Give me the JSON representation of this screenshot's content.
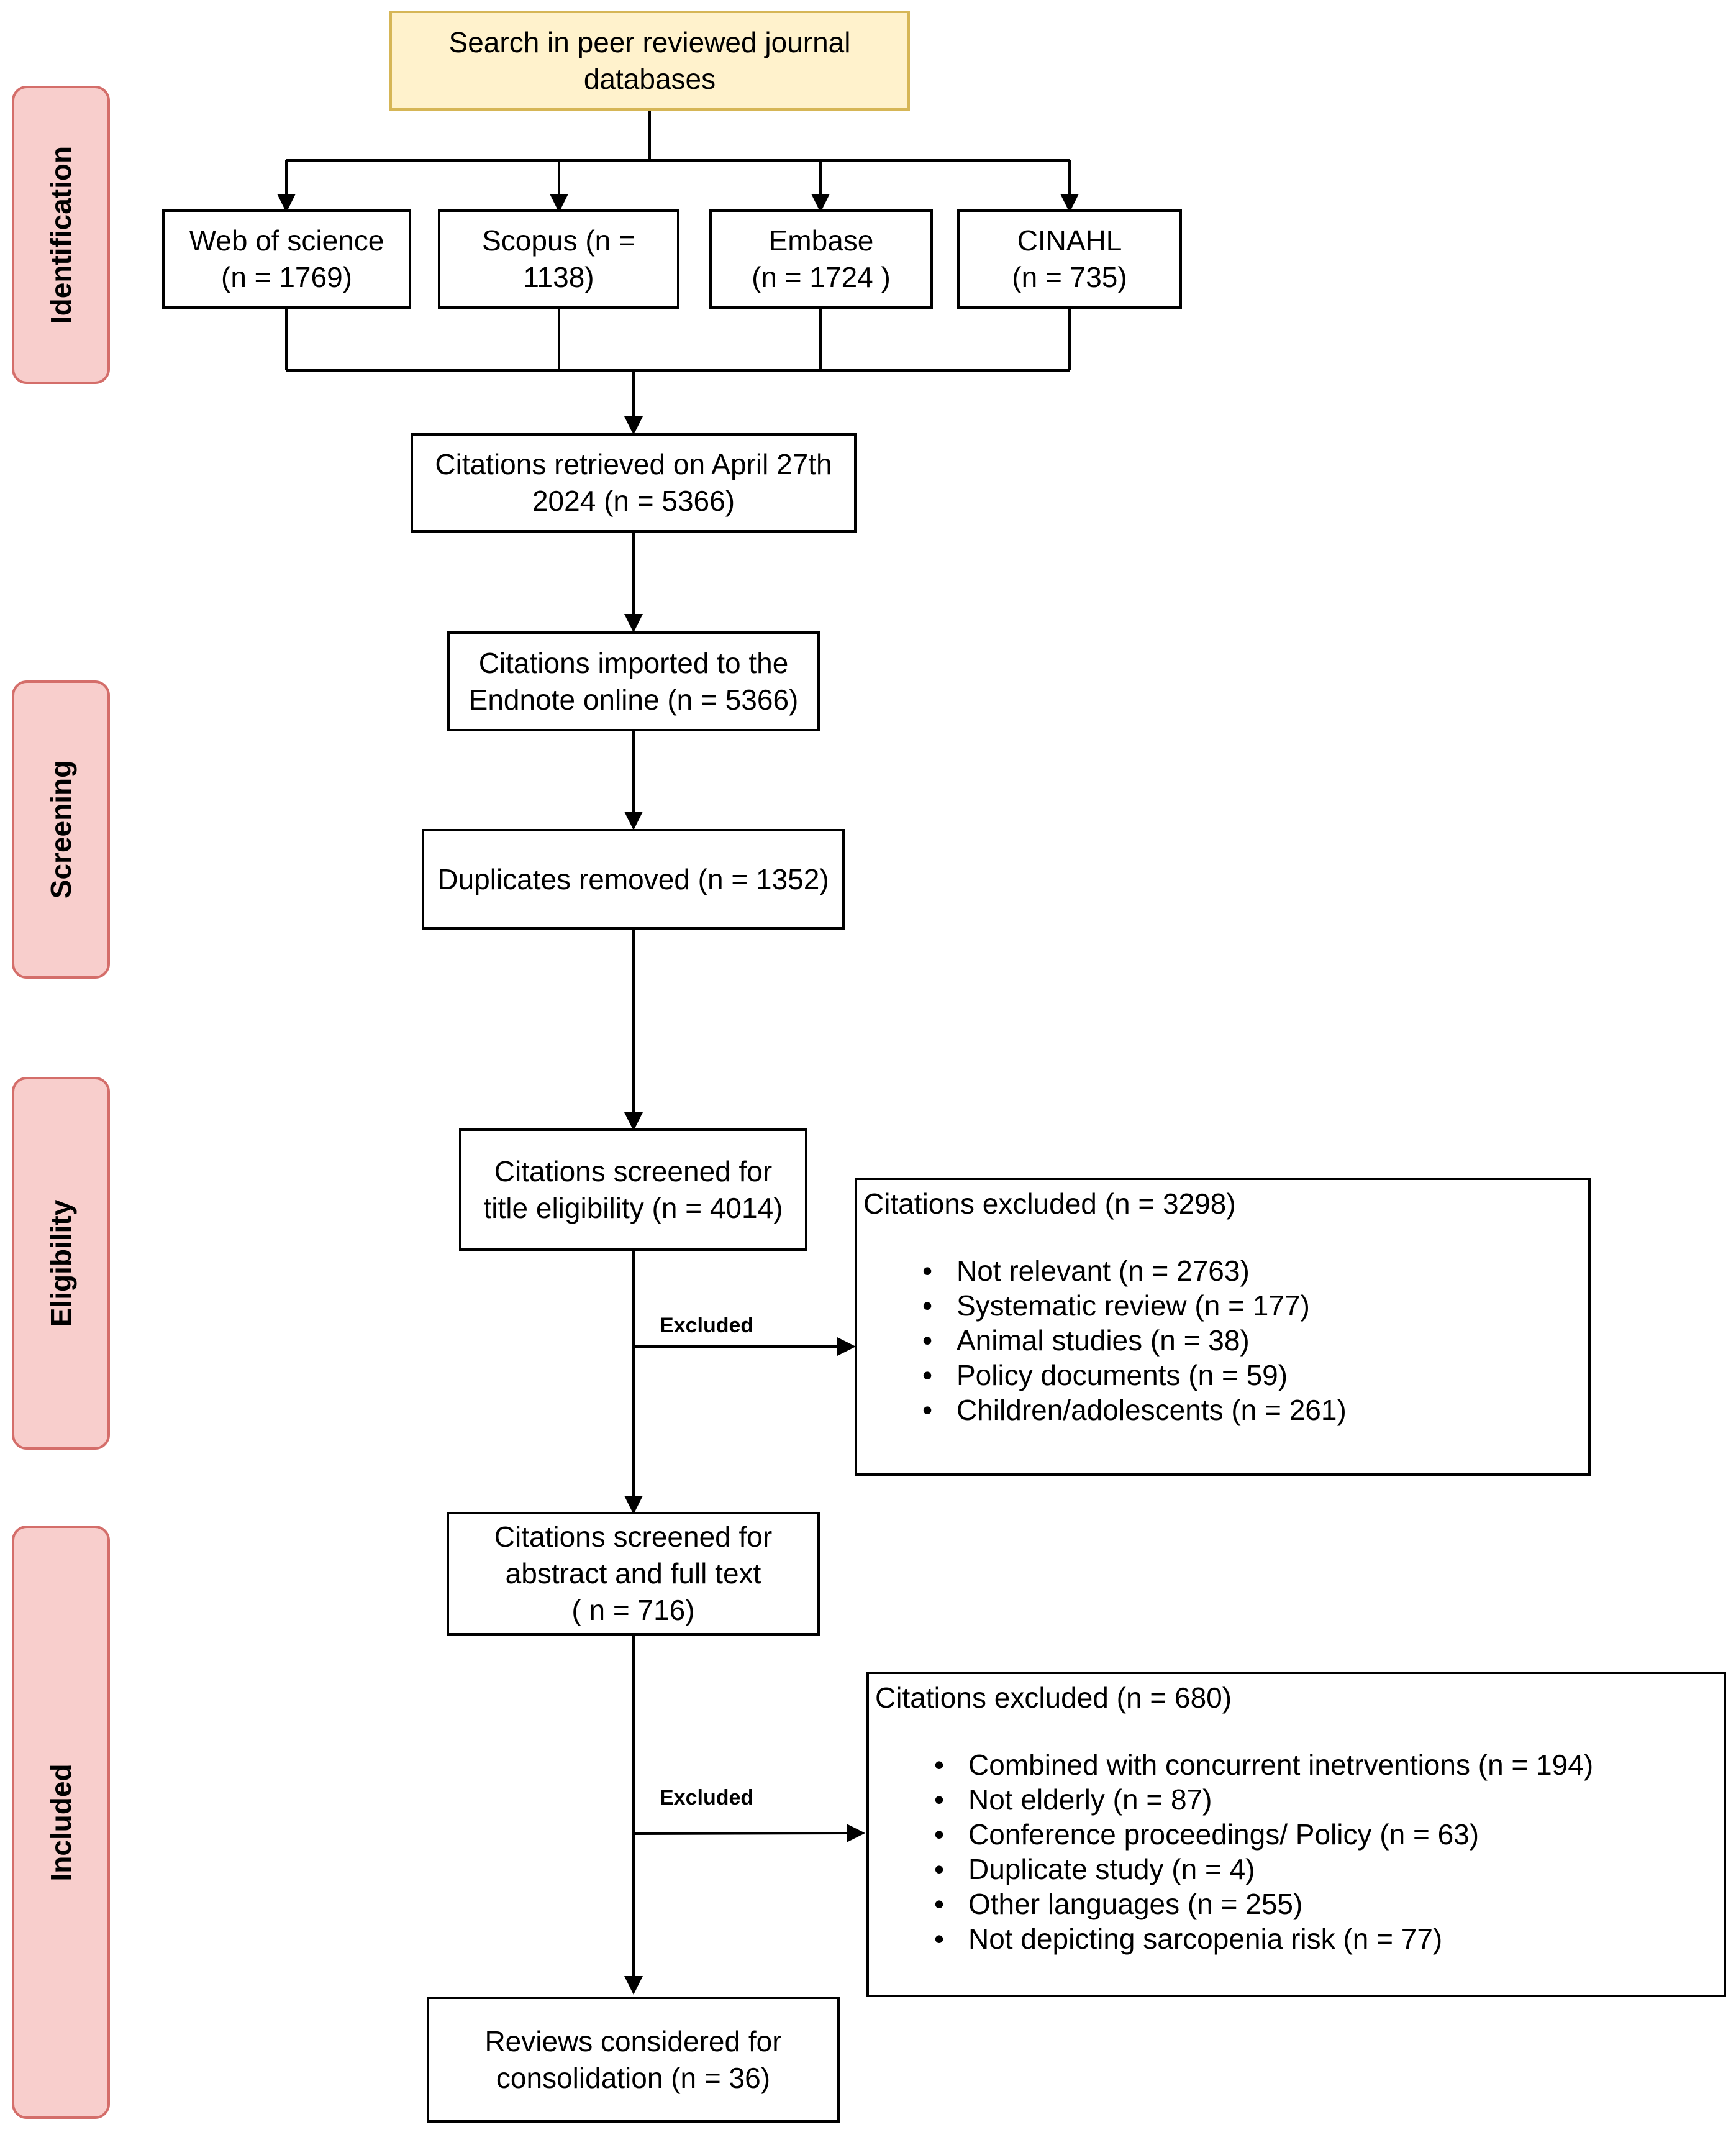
{
  "phases": {
    "identification": "Identification",
    "screening": "Screening",
    "eligibility": "Eligibility",
    "included": "Included"
  },
  "nodes": {
    "search": "Search in peer reviewed journal\ndatabases",
    "wos": "Web of science\n(n = 1769)",
    "scopus": "Scopus (n =\n1138)",
    "embase": "Embase\n(n = 1724 )",
    "cinahl": "CINAHL\n(n = 735)",
    "retrieved": "Citations retrieved on April 27th\n2024 (n = 5366)",
    "imported": "Citations imported to the\nEndnote online (n = 5366)",
    "duplicates": "Duplicates removed (n = 1352)",
    "title_screen": "Citations screened for\ntitle eligibility (n = 4014)",
    "abstract_screen": "Citations screened for\nabstract and full text\n( n = 716)",
    "final": "Reviews considered for\nconsolidation (n = 36)"
  },
  "exclusion1": {
    "label": "Excluded",
    "title": "Citations excluded  (n = 3298)",
    "items": [
      "Not relevant  (n = 2763)",
      "Systematic review (n =  177)",
      "Animal studies (n = 38)",
      "Policy documents (n = 59)",
      "Children/adolescents (n = 261)"
    ]
  },
  "exclusion2": {
    "label": "Excluded",
    "title": "Citations excluded  (n = 680)",
    "items": [
      "Combined with concurrent inetrventions (n = 194)",
      "Not elderly (n = 87)",
      "Conference proceedings/ Policy (n = 63)",
      "Duplicate study (n = 4)",
      "Other languages (n = 255)",
      "Not depicting sarcopenia risk (n = 77)"
    ]
  }
}
